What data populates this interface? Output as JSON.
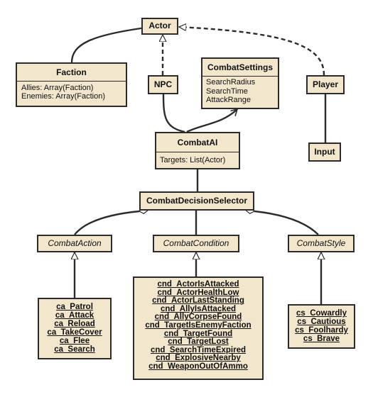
{
  "diagram": {
    "actor": {
      "name": "Actor"
    },
    "faction": {
      "name": "Faction",
      "attributes": [
        "Allies: Array(Faction)",
        "Enemies: Array(Faction)"
      ]
    },
    "npc": {
      "name": "NPC"
    },
    "combat_settings": {
      "name": "CombatSettings",
      "attributes": [
        "SearchRadius",
        "SearchTime",
        "AttackRange"
      ]
    },
    "player": {
      "name": "Player"
    },
    "input": {
      "name": "Input"
    },
    "combat_ai": {
      "name": "CombatAI",
      "attributes": [
        "Targets: List(Actor)"
      ]
    },
    "selector": {
      "name": "CombatDecisionSelector"
    },
    "combat_action": {
      "name": "CombatAction"
    },
    "combat_condition": {
      "name": "CombatCondition"
    },
    "combat_style": {
      "name": "CombatStyle"
    },
    "actions": [
      "ca_Patrol",
      "ca_Attack",
      "ca_Reload",
      "ca_TakeCover",
      "ca_Flee",
      "ca_Search"
    ],
    "conditions": [
      "cnd_ActorIsAttacked",
      "cnd_ActorHealthLow",
      "cnd_ActorLastStanding",
      "cnd_AllyIsAttacked",
      "cnd_AllyCorpseFound",
      "cnd_TargetIsEnemyFaction",
      "cnd_TargetFound",
      "cnd_TargetLost",
      "cnd_SearchTimeExpired",
      "cnd_ExplosiveNearby",
      "cnd_WeaponOutOfAmmo"
    ],
    "styles": [
      "cs_Cowardly",
      "cs_Cautious",
      "cs_Foolhardy",
      "cs_Brave"
    ]
  },
  "colors": {
    "box_fill": "#f2e6cc",
    "border": "#2b2b2b",
    "line": "#2b2b2b"
  }
}
